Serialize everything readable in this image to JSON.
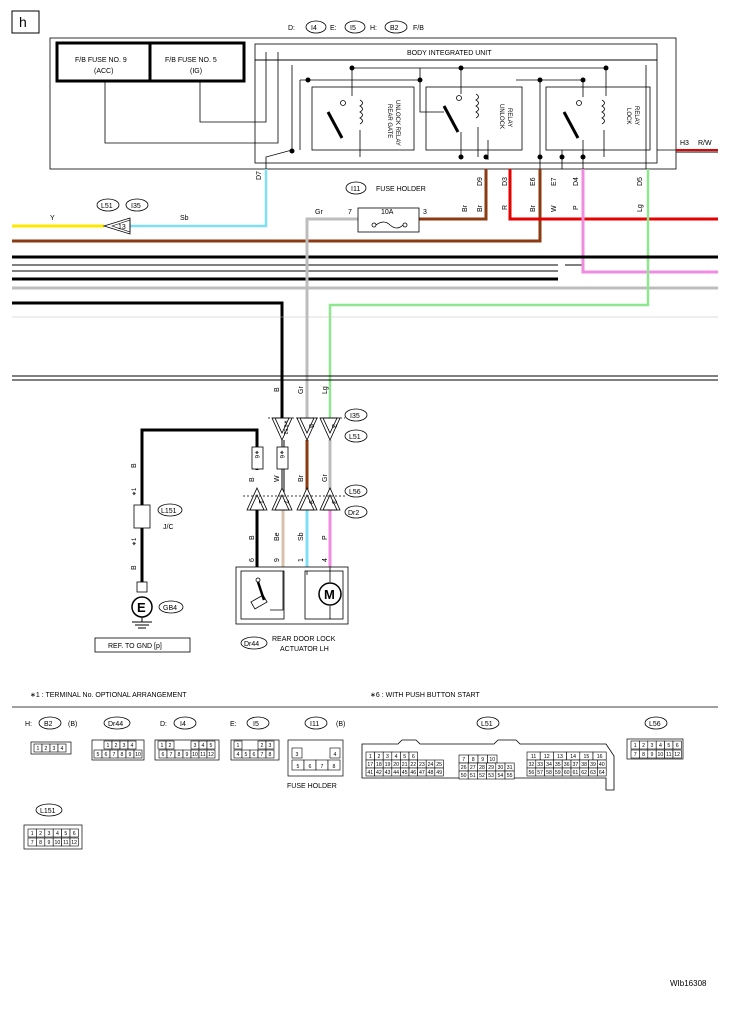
{
  "page": {
    "letter": "h",
    "figure_id": "WIb16308",
    "footnote_1": "∗1  : TERMINAL No. OPTIONAL ARRANGEMENT",
    "footnote_6": "∗6  : WITH PUSH BUTTON START"
  },
  "top_refs": {
    "d": "D:",
    "d_conn": "I4",
    "e": "E:",
    "e_conn": "I5",
    "h": "H:",
    "h_conn": "B2",
    "fb": "F/B"
  },
  "fuses": {
    "fuse9": [
      "F/B FUSE NO. 9",
      "(ACC)"
    ],
    "fuse5": [
      "F/B FUSE NO. 5",
      "(IG)"
    ]
  },
  "unit": {
    "title": "BODY INTEGRATED UNIT",
    "relay_rear_gate": [
      "REAR GATE",
      "UNLOCK RELAY"
    ],
    "relay_unlock": [
      "UNLOCK",
      "RELAY"
    ],
    "relay_lock": [
      "LOCK",
      "RELAY"
    ],
    "h3": "H3",
    "h3_color": "R/W"
  },
  "terminals": [
    "D7",
    "D9",
    "D3",
    "E6",
    "E7",
    "D4",
    "D5"
  ],
  "wire_colors_top": {
    "d9": "Br",
    "d3": "R",
    "e6": "Br",
    "e7": "W",
    "d4": "P",
    "d5": "Lg"
  },
  "left_conn": {
    "a": "L51",
    "b": "I35",
    "pin": "13",
    "wire_left": "Y",
    "wire_right": "Sb"
  },
  "fuse_holder": {
    "ref": "I11",
    "label": "FUSE HOLDER",
    "rating": "10A",
    "pin_in": "7",
    "pin_out": "3",
    "wire_in": "Gr",
    "wire_out": "Br"
  },
  "upper_conn": {
    "refs": [
      "I35",
      "L51"
    ],
    "wires_above": [
      "B",
      "Gr",
      "Lg"
    ],
    "pins": [
      "∗6 52",
      "5",
      "3"
    ],
    "wires_below": [
      "B",
      "W",
      "Br",
      "Gr"
    ],
    "star6": [
      "∗6",
      "∗6"
    ]
  },
  "lower_conn": {
    "refs": [
      "L56",
      "Dr2"
    ],
    "pins": [
      "1",
      "7",
      "9",
      "3"
    ],
    "wires_below": [
      "B",
      "Be",
      "Sb",
      "P"
    ],
    "act_pins": [
      "6",
      "9",
      "1",
      "4"
    ]
  },
  "jc": {
    "ref": "L151",
    "label": "J/C",
    "wire": "B",
    "star1": "∗1"
  },
  "ground": {
    "symbol": "E",
    "ref": "GB4",
    "note": "REF. TO GND [p]"
  },
  "actuator": {
    "ref": "Dr44",
    "label": [
      "REAR DOOR LOCK",
      "ACTUATOR LH"
    ],
    "motor": "M"
  },
  "connectors": [
    {
      "id": "B2",
      "title": "B2",
      "prefix": "H:",
      "suffix": "(B)",
      "rows": [
        [
          "1",
          "2",
          "3",
          "4"
        ]
      ]
    },
    {
      "id": "Dr44",
      "title": "Dr44",
      "prefix": "",
      "suffix": "",
      "rows": [
        [
          "1",
          "2",
          "3",
          "4"
        ],
        [
          "5",
          "6",
          "7",
          "8",
          "9",
          "10"
        ]
      ]
    },
    {
      "id": "I4",
      "title": "I4",
      "prefix": "D:",
      "suffix": "",
      "rows": [
        [
          "1",
          "2",
          "3",
          "4",
          "5"
        ],
        [
          "6",
          "7",
          "8",
          "9",
          "10",
          "11",
          "12"
        ]
      ]
    },
    {
      "id": "I5",
      "title": "I5",
      "prefix": "E:",
      "suffix": "",
      "rows": [
        [
          "1",
          "2",
          "3"
        ],
        [
          "4",
          "5",
          "6",
          "7",
          "8"
        ]
      ]
    },
    {
      "id": "I11",
      "title": "I11",
      "prefix": "",
      "suffix": "(B)",
      "caption": "FUSE HOLDER",
      "rows": [
        [
          "3",
          "4"
        ],
        [
          "5",
          "6",
          "7",
          "8"
        ]
      ]
    },
    {
      "id": "L51",
      "title": "L51",
      "prefix": "",
      "suffix": "",
      "rows": []
    },
    {
      "id": "L56",
      "title": "L56",
      "prefix": "",
      "suffix": "",
      "rows": [
        [
          "1",
          "2",
          "3",
          "4",
          "5",
          "6"
        ],
        [
          "7",
          "8",
          "9",
          "10",
          "11",
          "12"
        ]
      ]
    },
    {
      "id": "L151",
      "title": "L151",
      "prefix": "",
      "suffix": "",
      "rows": [
        [
          "1",
          "2",
          "3",
          "4",
          "5",
          "6"
        ],
        [
          "7",
          "8",
          "9",
          "10",
          "11",
          "12"
        ]
      ]
    }
  ],
  "l51_cells": {
    "a1": [
      "1",
      "2",
      "3",
      "4",
      "5",
      "6"
    ],
    "a2": [
      "17",
      "18",
      "19",
      "20",
      "21",
      "22",
      "23",
      "24",
      "25"
    ],
    "a3": [
      "41",
      "42",
      "43",
      "44",
      "45",
      "46",
      "47",
      "48",
      "49"
    ],
    "b1": [
      "7",
      "8",
      "9",
      "10"
    ],
    "b2": [
      "26",
      "27",
      "28",
      "29",
      "30",
      "31"
    ],
    "b3": [
      "50",
      "51",
      "52",
      "53",
      "54",
      "55"
    ],
    "c1": [
      "11",
      "12",
      "13",
      "14",
      "15",
      "16"
    ],
    "c2": [
      "32",
      "33",
      "34",
      "35",
      "36",
      "37",
      "38",
      "39",
      "40"
    ],
    "c3": [
      "56",
      "57",
      "58",
      "59",
      "60",
      "61",
      "62",
      "63",
      "64"
    ]
  },
  "colors": {
    "black": "#000000",
    "yellow": "#ffe800",
    "brown": "#8b3a12",
    "gray": "#bdbdbd",
    "red": "#e60000",
    "pink": "#f08be0",
    "green": "#8ee68e",
    "cyan": "#7fdff5",
    "tan": "#d9c2ad"
  }
}
